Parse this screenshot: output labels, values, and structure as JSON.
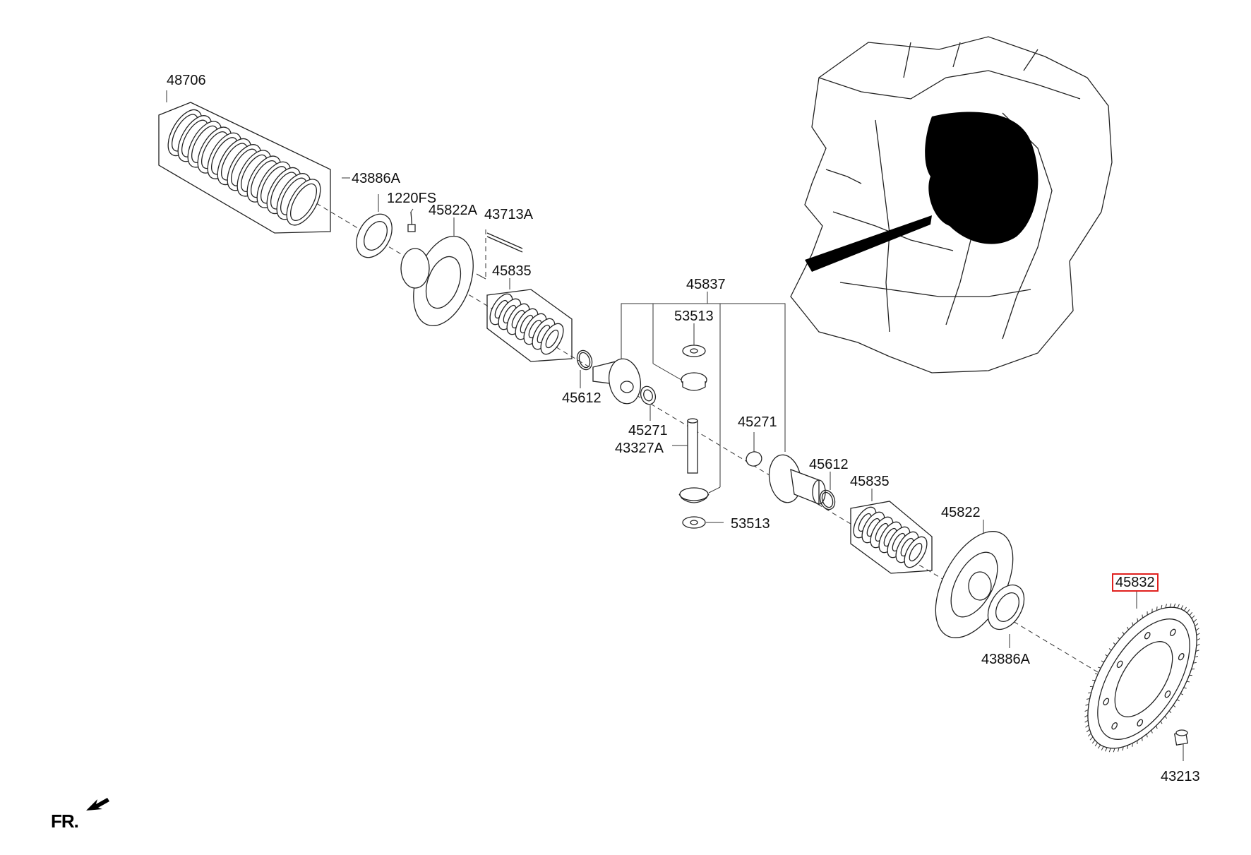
{
  "diagram": {
    "orientation_label": "FR.",
    "highlight_color": "#e0201e",
    "parts": [
      {
        "id": "p48706",
        "label": "48706",
        "highlighted": false
      },
      {
        "id": "p43886a-top",
        "label": "43886A",
        "highlighted": false
      },
      {
        "id": "p1220fs",
        "label": "1220FS",
        "highlighted": false
      },
      {
        "id": "p45822a",
        "label": "45822A",
        "highlighted": false
      },
      {
        "id": "p43713a",
        "label": "43713A",
        "highlighted": false
      },
      {
        "id": "p45835-top",
        "label": "45835",
        "highlighted": false
      },
      {
        "id": "p45837",
        "label": "45837",
        "highlighted": false
      },
      {
        "id": "p53513-top",
        "label": "53513",
        "highlighted": false
      },
      {
        "id": "p45612-left",
        "label": "45612",
        "highlighted": false
      },
      {
        "id": "p45271-left",
        "label": "45271",
        "highlighted": false
      },
      {
        "id": "p43327a",
        "label": "43327A",
        "highlighted": false
      },
      {
        "id": "p45271-right",
        "label": "45271",
        "highlighted": false
      },
      {
        "id": "p45612-right",
        "label": "45612",
        "highlighted": false
      },
      {
        "id": "p45835-bottom",
        "label": "45835",
        "highlighted": false
      },
      {
        "id": "p45822",
        "label": "45822",
        "highlighted": false
      },
      {
        "id": "p53513-bottom",
        "label": "53513",
        "highlighted": false
      },
      {
        "id": "p45832",
        "label": "45832",
        "highlighted": true
      },
      {
        "id": "p43886a-bottom",
        "label": "43886A",
        "highlighted": false
      },
      {
        "id": "p43213",
        "label": "43213",
        "highlighted": false
      }
    ]
  }
}
